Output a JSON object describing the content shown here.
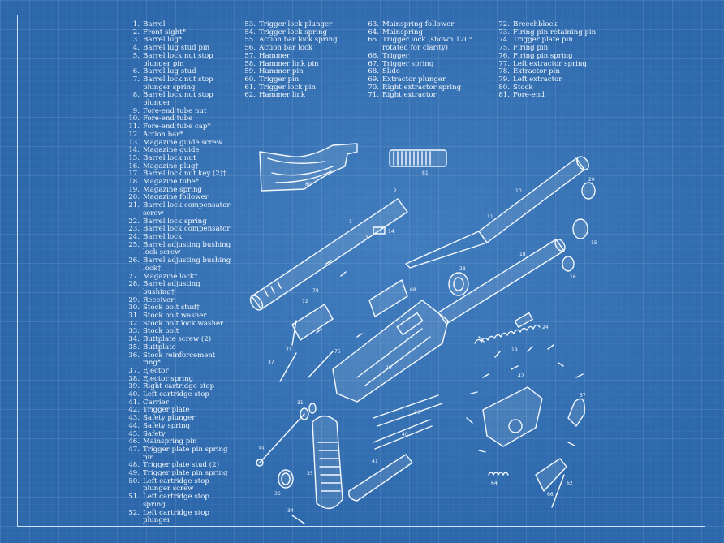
{
  "legend": {
    "col1": [
      {
        "n": "1.",
        "t": "Barrel"
      },
      {
        "n": "2.",
        "t": "Front sight*"
      },
      {
        "n": "3.",
        "t": "Barrel lug*"
      },
      {
        "n": "4.",
        "t": "Barrel lug stud pin"
      },
      {
        "n": "5.",
        "t": "Barrel lock nut stop plunger pin"
      },
      {
        "n": "6.",
        "t": "Barrel lug stud"
      },
      {
        "n": "7.",
        "t": "Barrel lock nut stop plunger spring"
      },
      {
        "n": "8.",
        "t": "Barrel lock nut stop plunger"
      },
      {
        "n": "9.",
        "t": "Fore-end tube nut"
      },
      {
        "n": "10.",
        "t": "Fore-end tube"
      },
      {
        "n": "11.",
        "t": "Fore-end tube cap*"
      },
      {
        "n": "12.",
        "t": "Action bar*"
      },
      {
        "n": "13.",
        "t": "Magazine guide screw"
      },
      {
        "n": "14.",
        "t": "Magazine guide"
      },
      {
        "n": "15.",
        "t": "Barrel lock nut"
      },
      {
        "n": "16.",
        "t": "Magazine plug†"
      },
      {
        "n": "17.",
        "t": "Barrel lock nut key (2)†"
      },
      {
        "n": "18.",
        "t": "Magazine tube*"
      },
      {
        "n": "19.",
        "t": "Magazine spring"
      },
      {
        "n": "20.",
        "t": "Magazine follower"
      },
      {
        "n": "21.",
        "t": "Barrel lock compensator screw"
      },
      {
        "n": "22.",
        "t": "Barrel lock spring"
      },
      {
        "n": "23.",
        "t": "Barrel lock compensator"
      },
      {
        "n": "24.",
        "t": "Barrel lock"
      },
      {
        "n": "25.",
        "t": "Barrel adjusting bushing lock screw"
      },
      {
        "n": "26.",
        "t": "Barrel adjusting bushing lock†"
      },
      {
        "n": "27.",
        "t": "Magazine lock†"
      },
      {
        "n": "28.",
        "t": "Barrel adjusting bushing†"
      },
      {
        "n": "29.",
        "t": "Receiver"
      },
      {
        "n": "30.",
        "t": "Stock bolt stud†"
      },
      {
        "n": "31.",
        "t": "Stock bolt washer"
      },
      {
        "n": "32.",
        "t": "Stock bolt lock washer"
      },
      {
        "n": "33.",
        "t": "Stock bolt"
      },
      {
        "n": "34.",
        "t": "Buttplate screw (2)"
      },
      {
        "n": "35.",
        "t": "Buttplate"
      },
      {
        "n": "36.",
        "t": "Stock reinforcement ring*"
      },
      {
        "n": "37.",
        "t": "Ejector"
      },
      {
        "n": "38.",
        "t": "Ejector spring"
      },
      {
        "n": "39.",
        "t": "Right cartridge stop"
      },
      {
        "n": "40.",
        "t": "Left cartridge stop"
      },
      {
        "n": "41.",
        "t": "Carrier"
      },
      {
        "n": "42.",
        "t": "Trigger plate"
      },
      {
        "n": "43.",
        "t": "Safety plunger"
      },
      {
        "n": "44.",
        "t": "Safety spring"
      },
      {
        "n": "45.",
        "t": "Safety"
      },
      {
        "n": "46.",
        "t": "Mainspring pin"
      },
      {
        "n": "47.",
        "t": "Trigger plate pin spring pin"
      },
      {
        "n": "48.",
        "t": "Trigger plate stud (2)"
      },
      {
        "n": "49.",
        "t": "Trigger plate pin spring"
      },
      {
        "n": "50.",
        "t": "Left cartridge stop plunger screw"
      },
      {
        "n": "51.",
        "t": "Left cartridge stop spring"
      },
      {
        "n": "52.",
        "t": "Left cartridge stop plunger"
      }
    ],
    "col2": [
      {
        "n": "53.",
        "t": "Trigger lock plunger"
      },
      {
        "n": "54.",
        "t": "Trigger lock spring"
      },
      {
        "n": "55.",
        "t": "Action bar lock spring"
      },
      {
        "n": "56.",
        "t": "Action bar lock"
      },
      {
        "n": "57.",
        "t": "Hammer"
      },
      {
        "n": "58.",
        "t": "Hammer link pin"
      },
      {
        "n": "59.",
        "t": "Hammer pin"
      },
      {
        "n": "60.",
        "t": "Trigger pin"
      },
      {
        "n": "61.",
        "t": "Trigger lock pin"
      },
      {
        "n": "62.",
        "t": "Hammer link"
      }
    ],
    "col3": [
      {
        "n": "63.",
        "t": "Mainspring follower"
      },
      {
        "n": "64.",
        "t": "Mainspring"
      },
      {
        "n": "65.",
        "t": "Trigger lock (shown 120° rotated for clarity)"
      },
      {
        "n": "66.",
        "t": "Trigger"
      },
      {
        "n": "67.",
        "t": "Trigger spring"
      },
      {
        "n": "68.",
        "t": "Slide"
      },
      {
        "n": "69.",
        "t": "Extractor plunger"
      },
      {
        "n": "70.",
        "t": "Right extractor spring"
      },
      {
        "n": "71.",
        "t": "Right extractor"
      }
    ],
    "col4": [
      {
        "n": "72.",
        "t": "Breechblock"
      },
      {
        "n": "73.",
        "t": "Firing pin retaining pin"
      },
      {
        "n": "74.",
        "t": "Trigger plate pin"
      },
      {
        "n": "75.",
        "t": "Firing pin"
      },
      {
        "n": "76.",
        "t": "Firing pin spring"
      },
      {
        "n": "77.",
        "t": "Left extractor spring"
      },
      {
        "n": "78.",
        "t": "Extractor pin"
      },
      {
        "n": "79.",
        "t": "Left extractor"
      },
      {
        "n": "80.",
        "t": "Stock"
      },
      {
        "n": "81.",
        "t": "Fore-end"
      }
    ]
  },
  "callouts": {
    "stock": "80",
    "foreend": "81",
    "barrel": "1",
    "front_sight": "2",
    "fore_tube": "10",
    "mag_tube": "18",
    "receiver": "29",
    "buttplate": "35",
    "slide": "68",
    "carrier": "41",
    "trigger_plate": "42",
    "trigger": "66",
    "hammer": "57",
    "breech": "72",
    "nut": "15",
    "lug": "3",
    "bushing": "28",
    "bolt": "33",
    "ring": "36",
    "cap": "11",
    "lock": "24",
    "ejector": "37",
    "guide": "14",
    "stopright": "39",
    "stopleft": "40",
    "spring": "19",
    "follower": "20",
    "plug": "16",
    "extractor": "71",
    "firing_pin": "75",
    "pin": "78",
    "washer": "31",
    "screw": "34",
    "link": "62",
    "mainspring": "64"
  }
}
